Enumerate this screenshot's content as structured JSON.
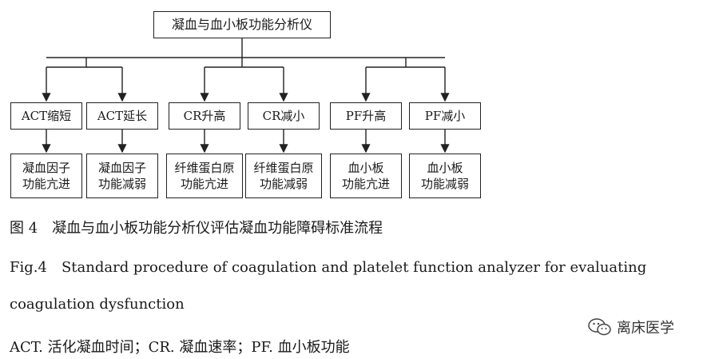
{
  "diagram": {
    "root": "凝血与血小板功能分析仪",
    "branches": [
      {
        "label": "ACT缩短",
        "result": "凝血因子\n功能亢进"
      },
      {
        "label": "ACT延长",
        "result": "凝血因子\n功能减弱"
      },
      {
        "label": "CR升高",
        "result": "纤维蛋白原\n功能亢进"
      },
      {
        "label": "CR减小",
        "result": "纤维蛋白原\n功能减弱"
      },
      {
        "label": "PF升高",
        "result": "血小板\n功能亢进"
      },
      {
        "label": "PF减小",
        "result": "血小板\n功能减弱"
      }
    ]
  },
  "caption": {
    "cn": "图 4　凝血与血小板功能分析仪评估凝血功能障碍标准流程",
    "en_line1": "Fig.4　Standard procedure of coagulation and platelet function analyzer for evaluating",
    "en_line2": "coagulation dysfunction",
    "abbreviations": "ACT. 活化凝血时间；CR. 凝血速率；PF. 血小板功能"
  },
  "watermark": {
    "text": "离床医学",
    "icon": "wechat-icon"
  }
}
